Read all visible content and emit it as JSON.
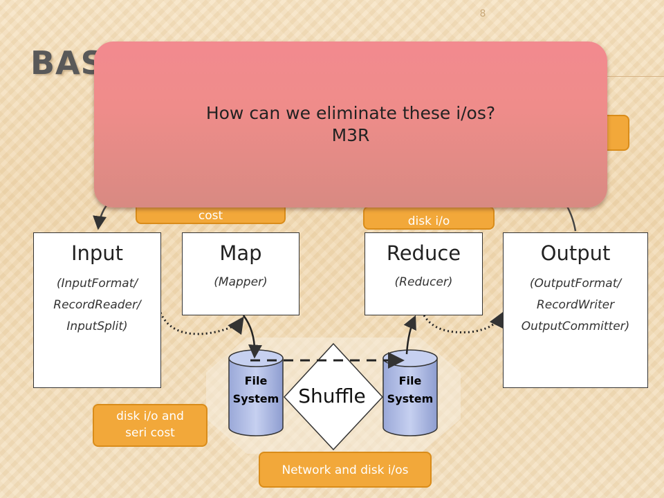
{
  "slide": {
    "number": "8",
    "title_visible": "BASI"
  },
  "popup": {
    "question": "How can we eliminate these i/os?",
    "answer": "M3R"
  },
  "boxes": {
    "input": {
      "title": "Input",
      "lines": [
        "(InputFormat/",
        "RecordReader/",
        "InputSplit)"
      ]
    },
    "map": {
      "title": "Map",
      "lines": [
        "(Mapper)"
      ]
    },
    "reduce": {
      "title": "Reduce",
      "lines": [
        "(Reducer)"
      ]
    },
    "output": {
      "title": "Output",
      "lines": [
        "(OutputFormat/",
        "RecordWriter",
        "OutputCommitter)"
      ]
    }
  },
  "cylinders": {
    "left": {
      "line1": "File",
      "line2": "System"
    },
    "right": {
      "line1": "File",
      "line2": "System"
    }
  },
  "shuffle": {
    "label": "Shuffle"
  },
  "notes": {
    "cost": "cost",
    "disk_io": "disk i/o",
    "disk_io_seri_line1": "disk i/o and",
    "disk_io_seri_line2": "seri cost",
    "network": "Network and disk i/os"
  },
  "colors": {
    "note_fill": "#f2a83a",
    "popup_fill": "#ef8c8a",
    "cylinder_fill": "#b8c3e6"
  }
}
